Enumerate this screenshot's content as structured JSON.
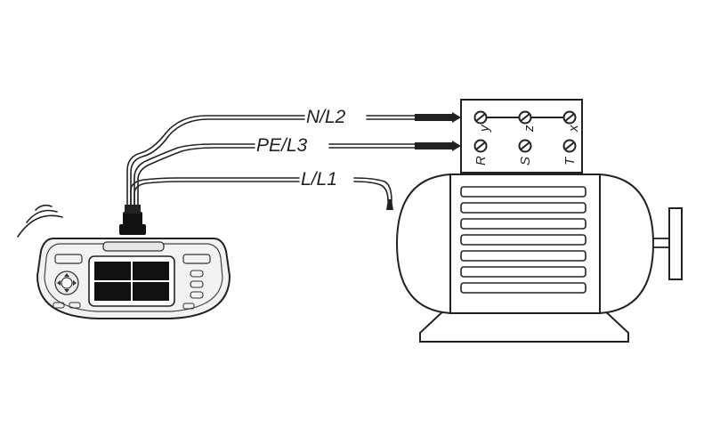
{
  "wires": [
    {
      "label": "N/L2"
    },
    {
      "label": "PE/L3"
    },
    {
      "label": "L/L1"
    }
  ],
  "terminals": {
    "top_row": [
      "y",
      "z",
      "x"
    ],
    "bottom_row": [
      "R",
      "S",
      "T"
    ]
  },
  "icons": {
    "tester": "multifunction-tester-icon",
    "wireless": "wireless-signal-icon",
    "motor": "electric-motor-icon"
  }
}
